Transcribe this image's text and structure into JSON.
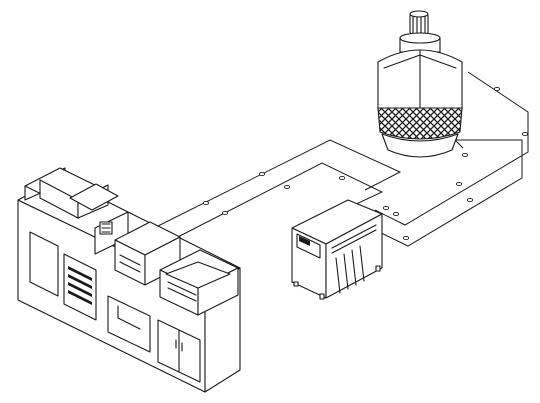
{
  "diagram": {
    "components": [
      {
        "id": "injection-molding-machine",
        "icon": "injection-molding-machine-icon"
      },
      {
        "id": "mold-temperature-controller",
        "icon": "mold-temperature-controller-icon"
      },
      {
        "id": "cooling-tower",
        "icon": "cooling-tower-icon"
      }
    ],
    "connections": [
      {
        "from": "cooling-tower",
        "to": "mold-temperature-controller",
        "type": "pipe-loop"
      },
      {
        "from": "mold-temperature-controller",
        "to": "injection-molding-machine",
        "type": "pipe-loop"
      }
    ],
    "colors": {
      "line": "#1a1a1a",
      "background": "#ffffff"
    }
  }
}
